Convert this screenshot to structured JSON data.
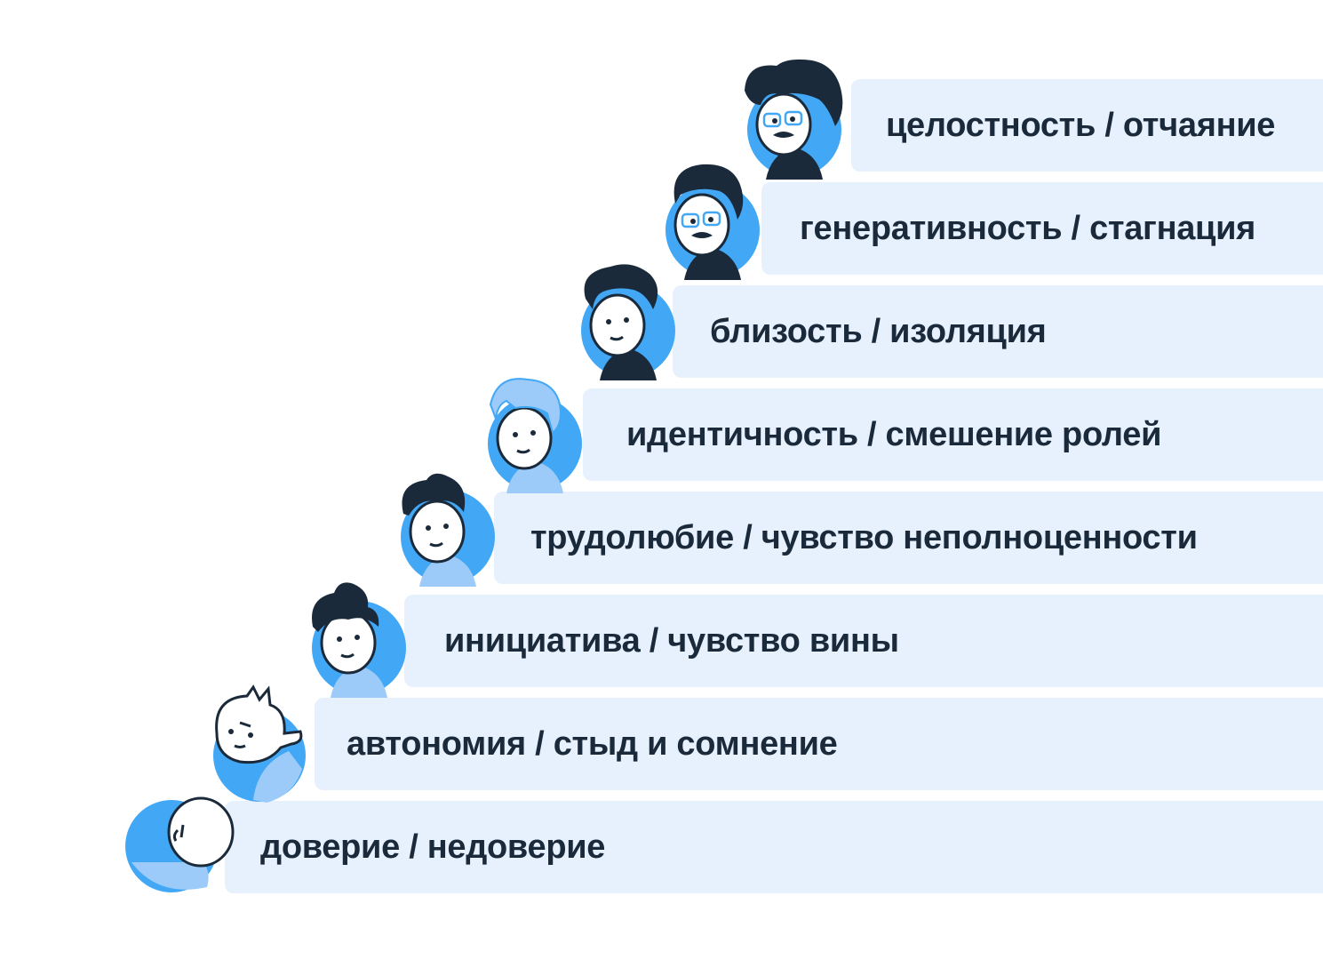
{
  "stages": [
    {
      "label": "доверие / недоверие",
      "avatar": "baby-face-icon"
    },
    {
      "label": "автономия / стыд и сомнение",
      "avatar": "toddler-face-icon"
    },
    {
      "label": "инициатива / чувство вины",
      "avatar": "child-face-icon"
    },
    {
      "label": "трудолюбие / чувство неполноценности",
      "avatar": "schoolchild-face-icon"
    },
    {
      "label": "идентичность / смешение ролей",
      "avatar": "teenager-face-icon"
    },
    {
      "label": "близость / изоляция",
      "avatar": "young-adult-face-icon"
    },
    {
      "label": "генеративность / стагнация",
      "avatar": "adult-face-icon"
    },
    {
      "label": "целостность / отчаяние",
      "avatar": "elder-face-icon"
    }
  ],
  "colors": {
    "bar": "#e6f1fd",
    "accent_blue": "#42a8f5",
    "light_blue": "#9ccbf9",
    "dark_navy": "#1b2a3a",
    "text": "#1b2a3a"
  }
}
